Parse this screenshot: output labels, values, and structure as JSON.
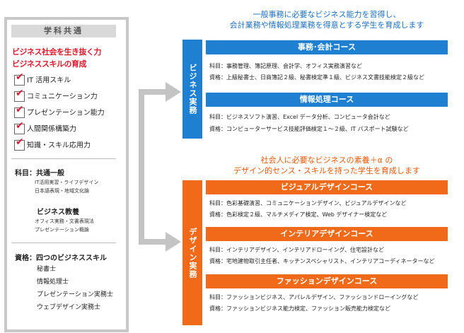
{
  "left": {
    "header": "学科共通",
    "title_line1": "ビジネス社会を生き抜く力",
    "title_line2": "ビジネススキルの育成",
    "skills": [
      "IT 活用スキル",
      "コミュニケーション力",
      "プレゼンテーション能力",
      "人間関係構築力",
      "知識・スキル応用力"
    ],
    "subjects_title": "科目：共通一般",
    "subjects_line1": "IT活用実習・ライフデザイン",
    "subjects_line2": "日本語表現・地域文化論",
    "biz_title": "ビジネス教養",
    "biz_line1": "オフィス実務・文書表現法",
    "biz_line2": "プレゼンテーション概論",
    "qual_title": "資格：四つのビジネススキル",
    "quals": [
      "秘書士",
      "情報処理士",
      "プレゼンテーション実務士",
      "ウェブデザイン実務士"
    ]
  },
  "business": {
    "headline_line1": "一般事務に必要なビジネス能力を習得し、",
    "headline_line2": "会計業務や情報処理業務を得意とする学生を育成します",
    "bar_label": "ビジネス実務",
    "courses": [
      {
        "name": "事務･会計コース",
        "subjects": "科目：事務管理、簿記原理、会計学、オフィス実務演習など",
        "quals": "資格：上級秘書士、日商簿記２級、秘書検定準１級、ビジネス文書技能検定２級など"
      },
      {
        "name": "情報処理コース",
        "subjects": "科目：ビジネスソフト演習、Excel データ分析、コンピュータ会計など",
        "quals": "資格：コンピューターサービス技能評価検定１〜２級、IT パスポート試験など"
      }
    ]
  },
  "design": {
    "headline_line1": "社会人に必要なビジネスの素養＋α の",
    "headline_line2": "デザイン的センス・スキルを持った学生を育成します",
    "bar_label": "デザイン実務",
    "courses": [
      {
        "name": "ビジュアルデザインコース",
        "subjects": "科目：色彩基礎演習、コミュニケーションデザイン、ビジュアルデザインなど",
        "quals": "資格：色彩検定２級、マルチメディア検定、Web デザイナー検定など"
      },
      {
        "name": "インテリアデザインコース",
        "subjects": "科目：インテリアデザイン、インテリアドローイング、住宅設計など",
        "quals": "資格：宅地建物取引主任者、キッチンスペシャリスト、インテリアコーディネーターなど"
      },
      {
        "name": "ファッションデザインコース",
        "subjects": "科目：ファッションビジネス、アパレルデザイン、ファッションドローイングなど",
        "quals": "資格：ファッションビジネス能力検定、ファッション販売能力検定など"
      }
    ]
  },
  "colors": {
    "business_blue": "#1f7fd0",
    "design_orange": "#f06a1a",
    "accent_red": "#e0182d",
    "arrow_gray": "#bdbdbd"
  }
}
